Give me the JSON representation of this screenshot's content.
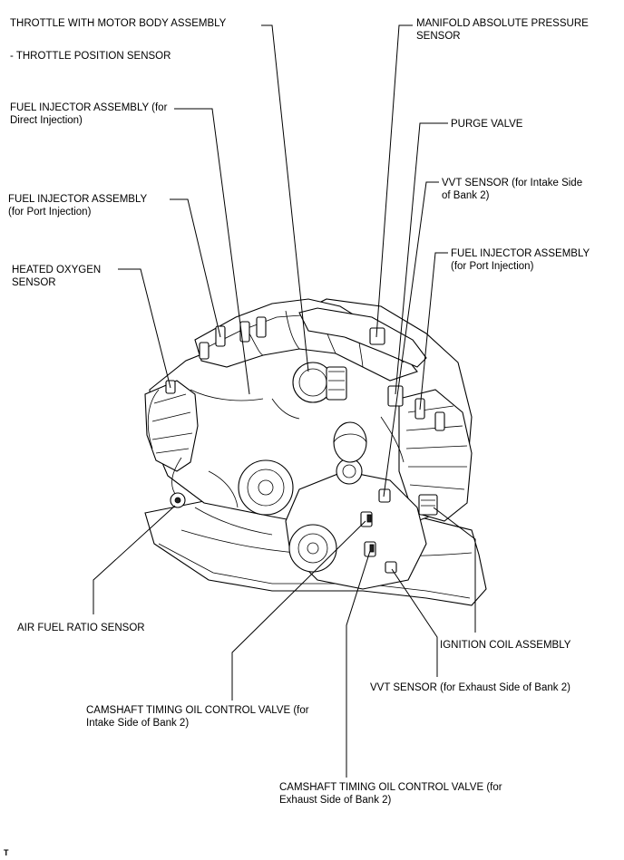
{
  "labels": {
    "throttle_body": "THROTTLE WITH MOTOR BODY ASSEMBLY",
    "throttle_position": "- THROTTLE POSITION SENSOR",
    "injector_direct": "FUEL INJECTOR ASSEMBLY (for\nDirect Injection)",
    "injector_port_left": "FUEL INJECTOR ASSEMBLY\n(for Port Injection)",
    "heated_oxygen": "HEATED OXYGEN\nSENSOR",
    "map_sensor": "MANIFOLD ABSOLUTE PRESSURE\nSENSOR",
    "purge_valve": "PURGE VALVE",
    "vvt_intake": "VVT SENSOR (for Intake Side\nof Bank 2)",
    "injector_port_right": "FUEL INJECTOR ASSEMBLY\n(for Port Injection)",
    "air_fuel_ratio": "AIR FUEL RATIO SENSOR",
    "ignition_coil": "IGNITION COIL ASSEMBLY",
    "vvt_exhaust": "VVT SENSOR (for Exhaust Side of Bank 2)",
    "cam_ocv_intake": "CAMSHAFT TIMING OIL CONTROL VALVE (for\nIntake Side of Bank 2)",
    "cam_ocv_exhaust": "CAMSHAFT TIMING OIL CONTROL VALVE (for\nExhaust Side of Bank 2)"
  },
  "corner_mark": "T"
}
